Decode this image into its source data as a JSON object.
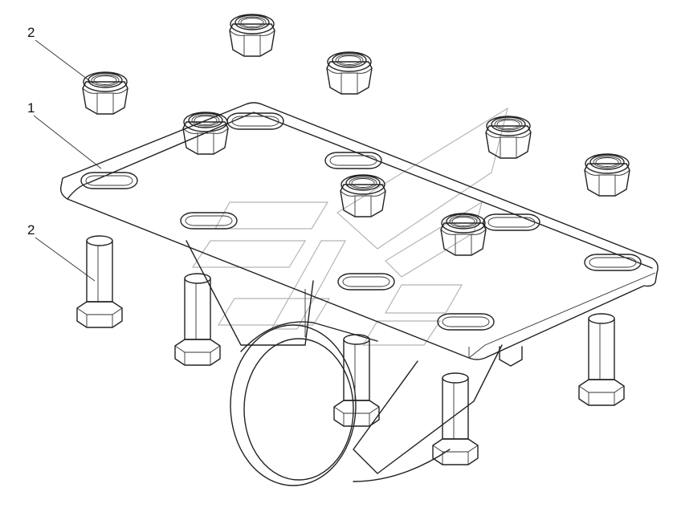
{
  "diagram": {
    "callouts": [
      {
        "id": "callout-2-top",
        "label": "2"
      },
      {
        "id": "callout-1",
        "label": "1"
      },
      {
        "id": "callout-2-bottom",
        "label": "2"
      }
    ],
    "colors": {
      "line": "#222222",
      "watermark": "#b5b5b5",
      "background": "#ffffff"
    }
  }
}
